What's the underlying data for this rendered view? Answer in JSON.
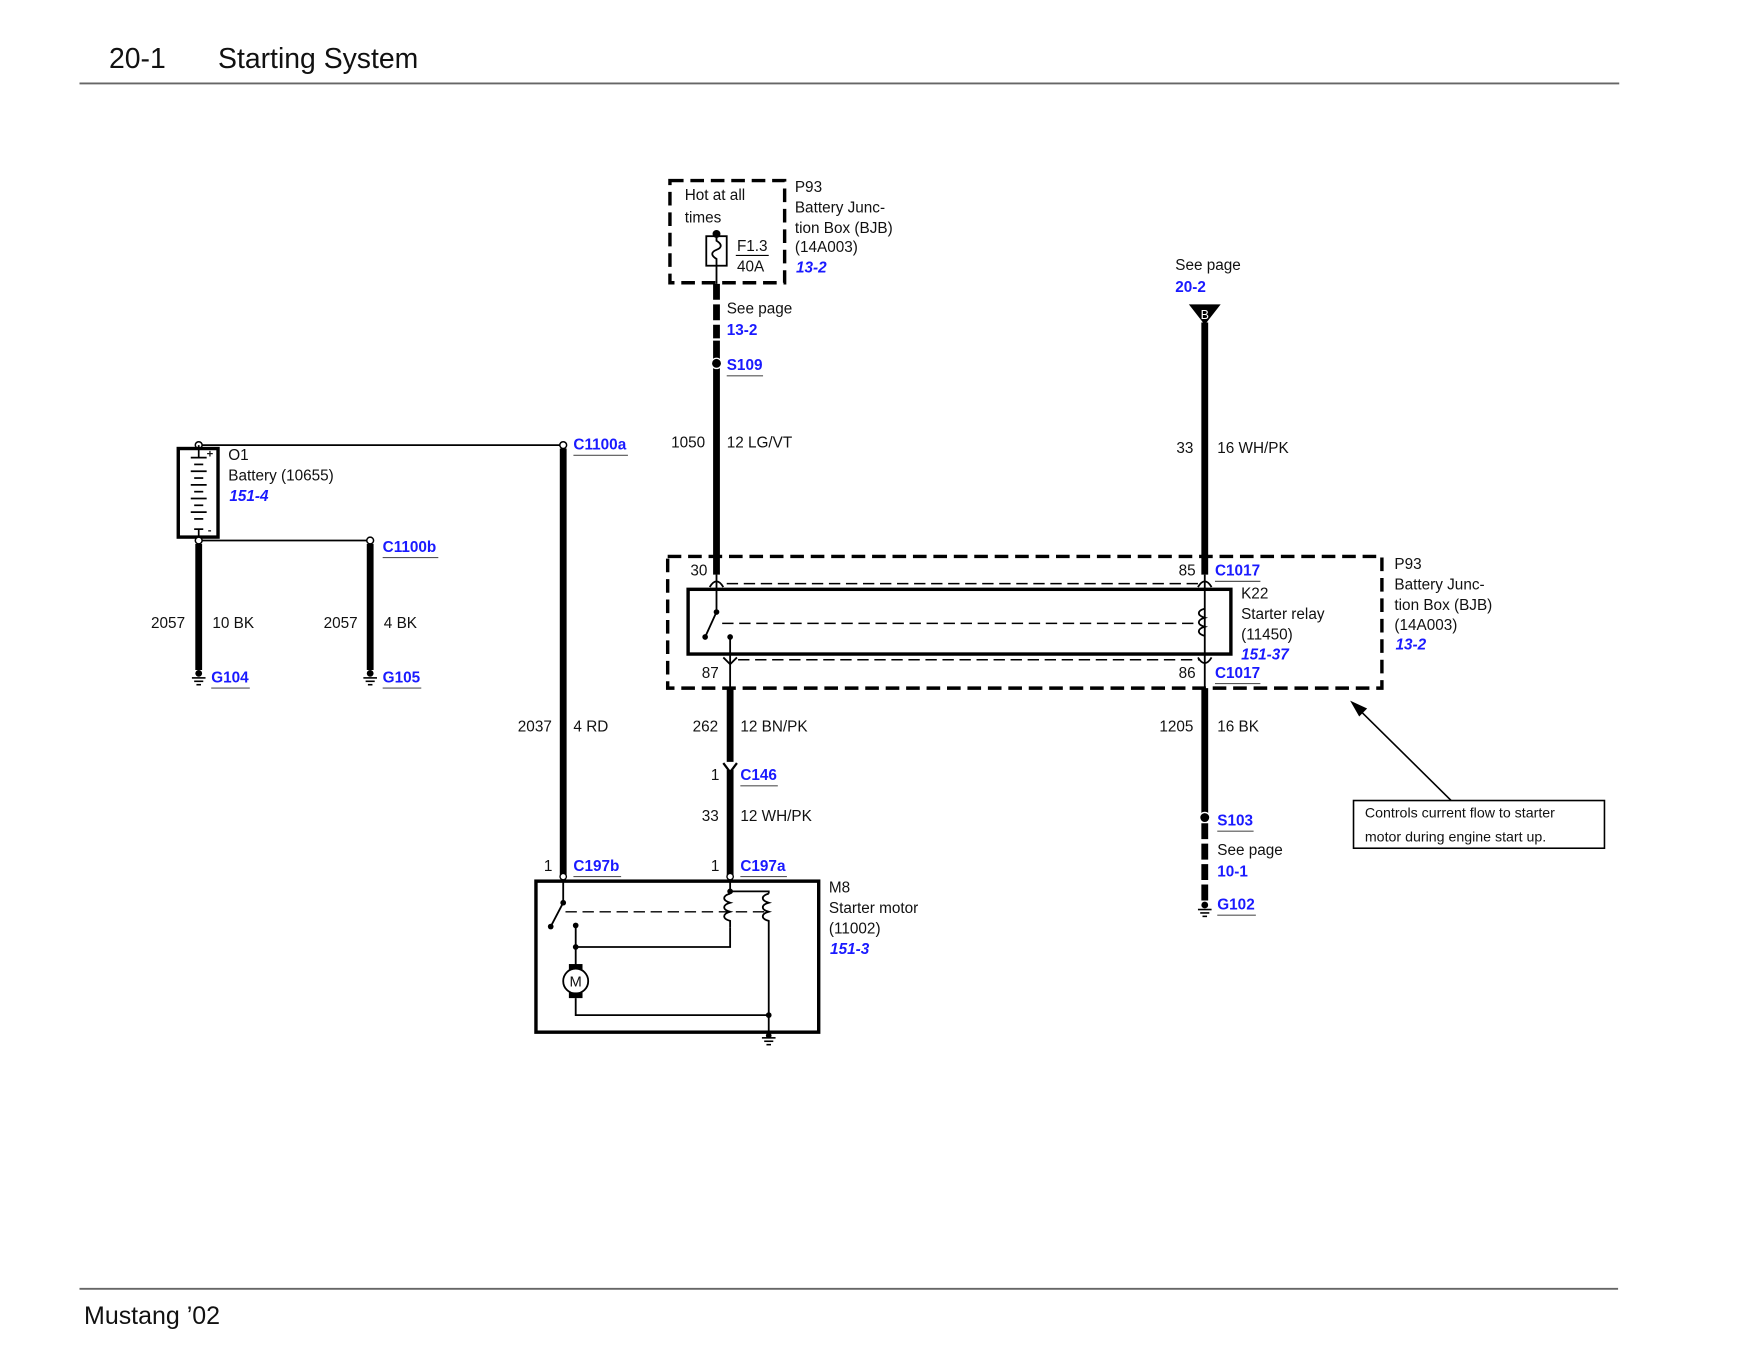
{
  "header": {
    "page_number": "20-1",
    "title": "Starting System"
  },
  "footer": {
    "vehicle": "Mustang ’02"
  },
  "colors": {
    "link": "#1a1aff",
    "wire": "#000000"
  },
  "fuse_box": {
    "label_line1": "Hot at all",
    "label_line2": "times",
    "fuse_id": "F1.3",
    "fuse_rating": "40A",
    "component_id": "P93",
    "component_name_line1": "Battery Junc-",
    "component_name_line2": "tion Box (BJB)",
    "component_part": "(14A003)",
    "component_ref": "13-2"
  },
  "see_page_fuse": {
    "label": "See page",
    "ref": "13-2"
  },
  "splices": {
    "s109": "S109",
    "s103": "S103"
  },
  "wires": {
    "w1050": {
      "circuit": "1050",
      "gauge_color": "12 LG/VT"
    },
    "w33_top": {
      "circuit": "33",
      "gauge_color": "16 WH/PK"
    },
    "w2057a": {
      "circuit": "2057",
      "gauge_color": "10 BK"
    },
    "w2057b": {
      "circuit": "2057",
      "gauge_color": "4 BK"
    },
    "w2037": {
      "circuit": "2037",
      "gauge_color": "4 RD"
    },
    "w262": {
      "circuit": "262",
      "gauge_color": "12 BN/PK"
    },
    "w33_bot": {
      "circuit": "33",
      "gauge_color": "12 WH/PK"
    },
    "w1205": {
      "circuit": "1205",
      "gauge_color": "16 BK"
    }
  },
  "connector_b": {
    "see_label": "See page",
    "ref": "20-2",
    "letter": "B"
  },
  "battery": {
    "id": "O1",
    "name": "Battery (10655)",
    "ref": "151-4",
    "plus": "+",
    "minus": "-"
  },
  "connectors": {
    "c1100a": "C1100a",
    "c1100b": "C1100b",
    "c1017_top": "C1017",
    "c1017_bot": "C1017",
    "c146": "C146",
    "c146_pin": "1",
    "c197a": "C197a",
    "c197a_pin": "1",
    "c197b": "C197b",
    "c197b_pin": "1"
  },
  "grounds": {
    "g104": "G104",
    "g105": "G105",
    "g102": "G102"
  },
  "relay": {
    "pin30": "30",
    "pin85": "85",
    "pin87": "87",
    "pin86": "86",
    "id": "K22",
    "name": "Starter relay",
    "part": "(11450)",
    "ref": "151-37"
  },
  "bjb_right": {
    "id": "P93",
    "name_line1": "Battery Junc-",
    "name_line2": "tion Box (BJB)",
    "part": "(14A003)",
    "ref": "13-2"
  },
  "starter": {
    "id": "M8",
    "name": "Starter motor",
    "part": "(11002)",
    "ref": "151-3",
    "motor_letter": "M"
  },
  "see_page_ground": {
    "label": "See page",
    "ref": "10-1"
  },
  "callout": {
    "line1": "Controls current flow  to starter",
    "line2": "motor during engine start up."
  }
}
